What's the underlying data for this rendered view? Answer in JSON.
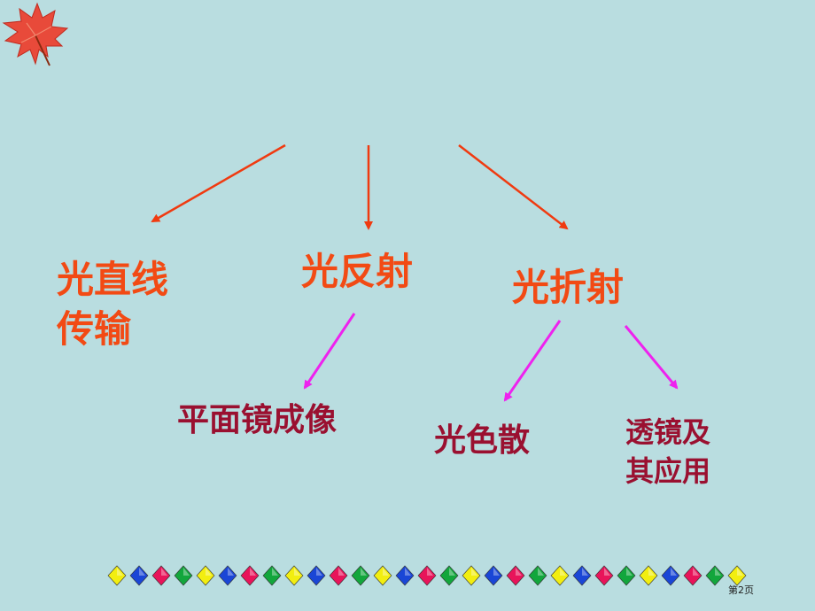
{
  "diagram": {
    "level1": {
      "straight": "光直线传输",
      "reflection": "光反射",
      "refraction": "光折射"
    },
    "level2": {
      "mirror": "平面镜成像",
      "dispersion": "光色散",
      "lens": "透镜及其应用"
    }
  },
  "page": {
    "number": "第2页"
  },
  "colors": {
    "background": "#b9dde0",
    "level1_text": "#f24a14",
    "level2_text": "#9a1030",
    "top_arrows": "#f03a10",
    "sub_arrows": "#ee22ee",
    "diamonds": [
      "#f2ee10",
      "#1a46d6",
      "#e8145a",
      "#12a63c"
    ]
  },
  "decorations": {
    "leaf_icon": "maple-leaf-icon",
    "diamond_count": 29
  }
}
